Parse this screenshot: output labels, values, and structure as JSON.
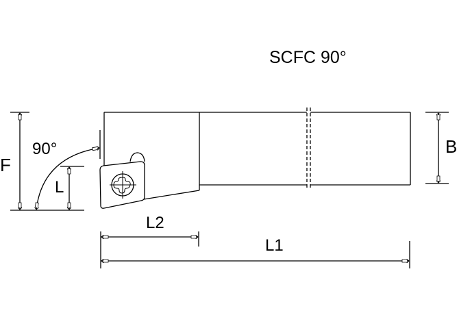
{
  "diagram": {
    "title": "SCFC 90°",
    "type": "turning tool holder technical drawing",
    "dimensions": {
      "F": "F",
      "L": "L",
      "B": "B",
      "L1": "L1",
      "L2": "L2",
      "angle": "90°"
    },
    "colors": {
      "line": "#000000",
      "background": "#ffffff"
    }
  }
}
